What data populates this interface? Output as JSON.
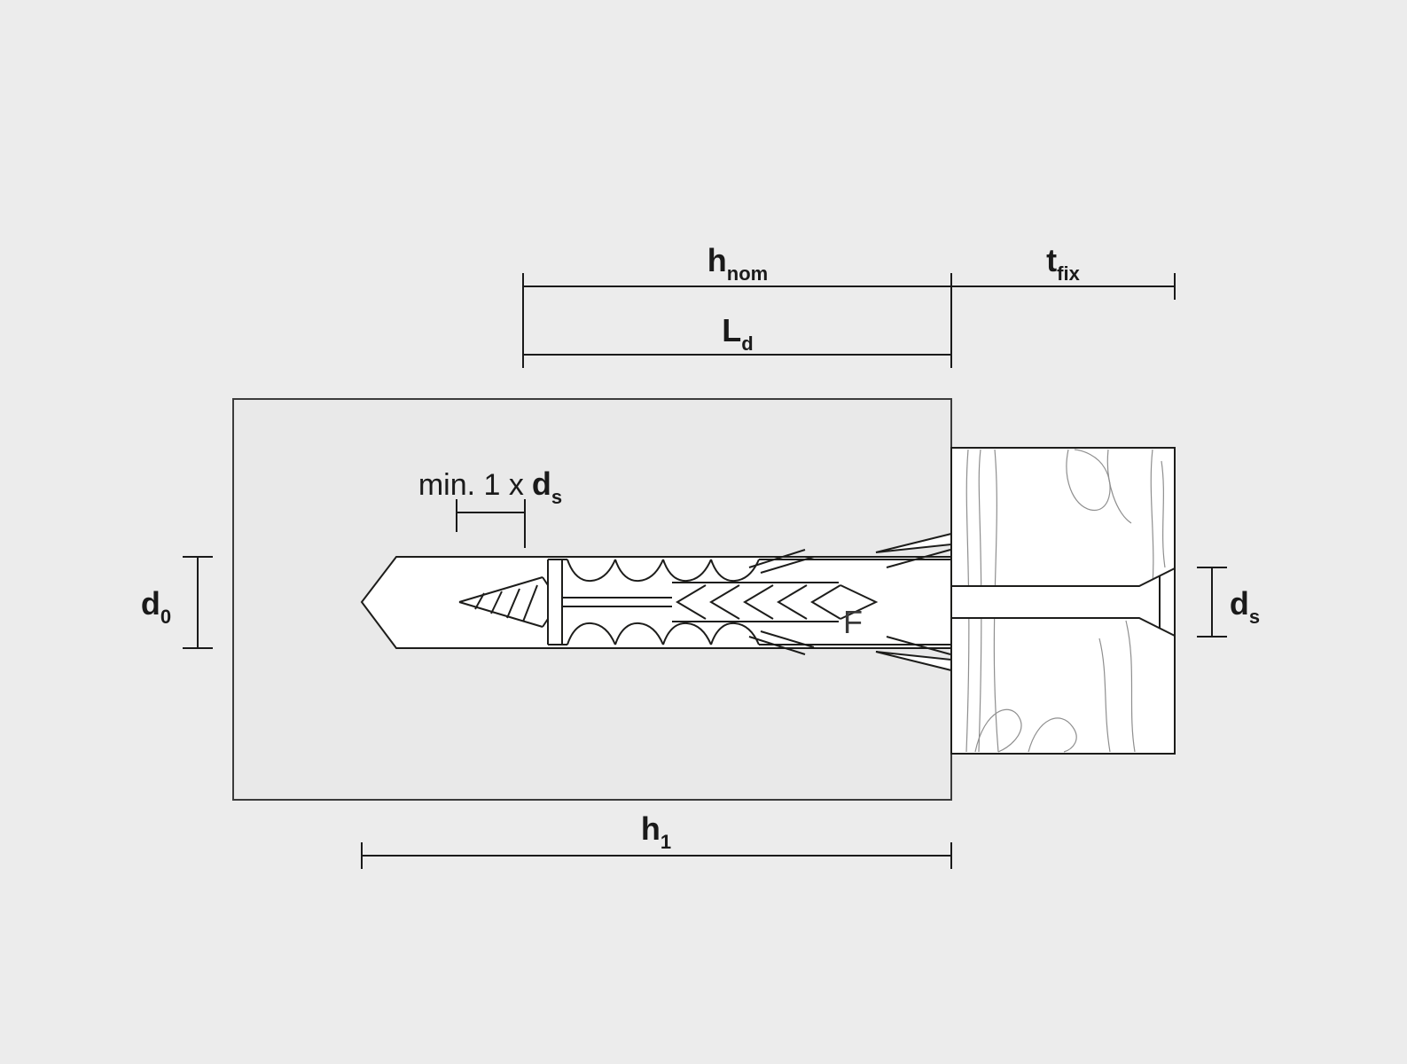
{
  "diagram": {
    "description": "Cross-section installation diagram of a wall plug anchor with screw fixing a wooden board",
    "labels": {
      "h_nom": {
        "base": "h",
        "sub": "nom"
      },
      "t_fix": {
        "base": "t",
        "sub": "fix"
      },
      "L_d": {
        "base": "L",
        "sub": "d"
      },
      "h_1": {
        "base": "h",
        "sub": "1"
      },
      "d_0": {
        "base": "d",
        "sub": "0"
      },
      "d_s": {
        "base": "d",
        "sub": "s"
      },
      "min_embed": {
        "prefix": "min. 1 x",
        "base": "d",
        "sub": "s"
      },
      "force": "F"
    },
    "colors": {
      "background": "#ececec",
      "line": "#1d1d1b",
      "dimension": "#1a1a1a",
      "wood_grain": "#8f8f8f",
      "fill_white": "#ffffff"
    }
  }
}
